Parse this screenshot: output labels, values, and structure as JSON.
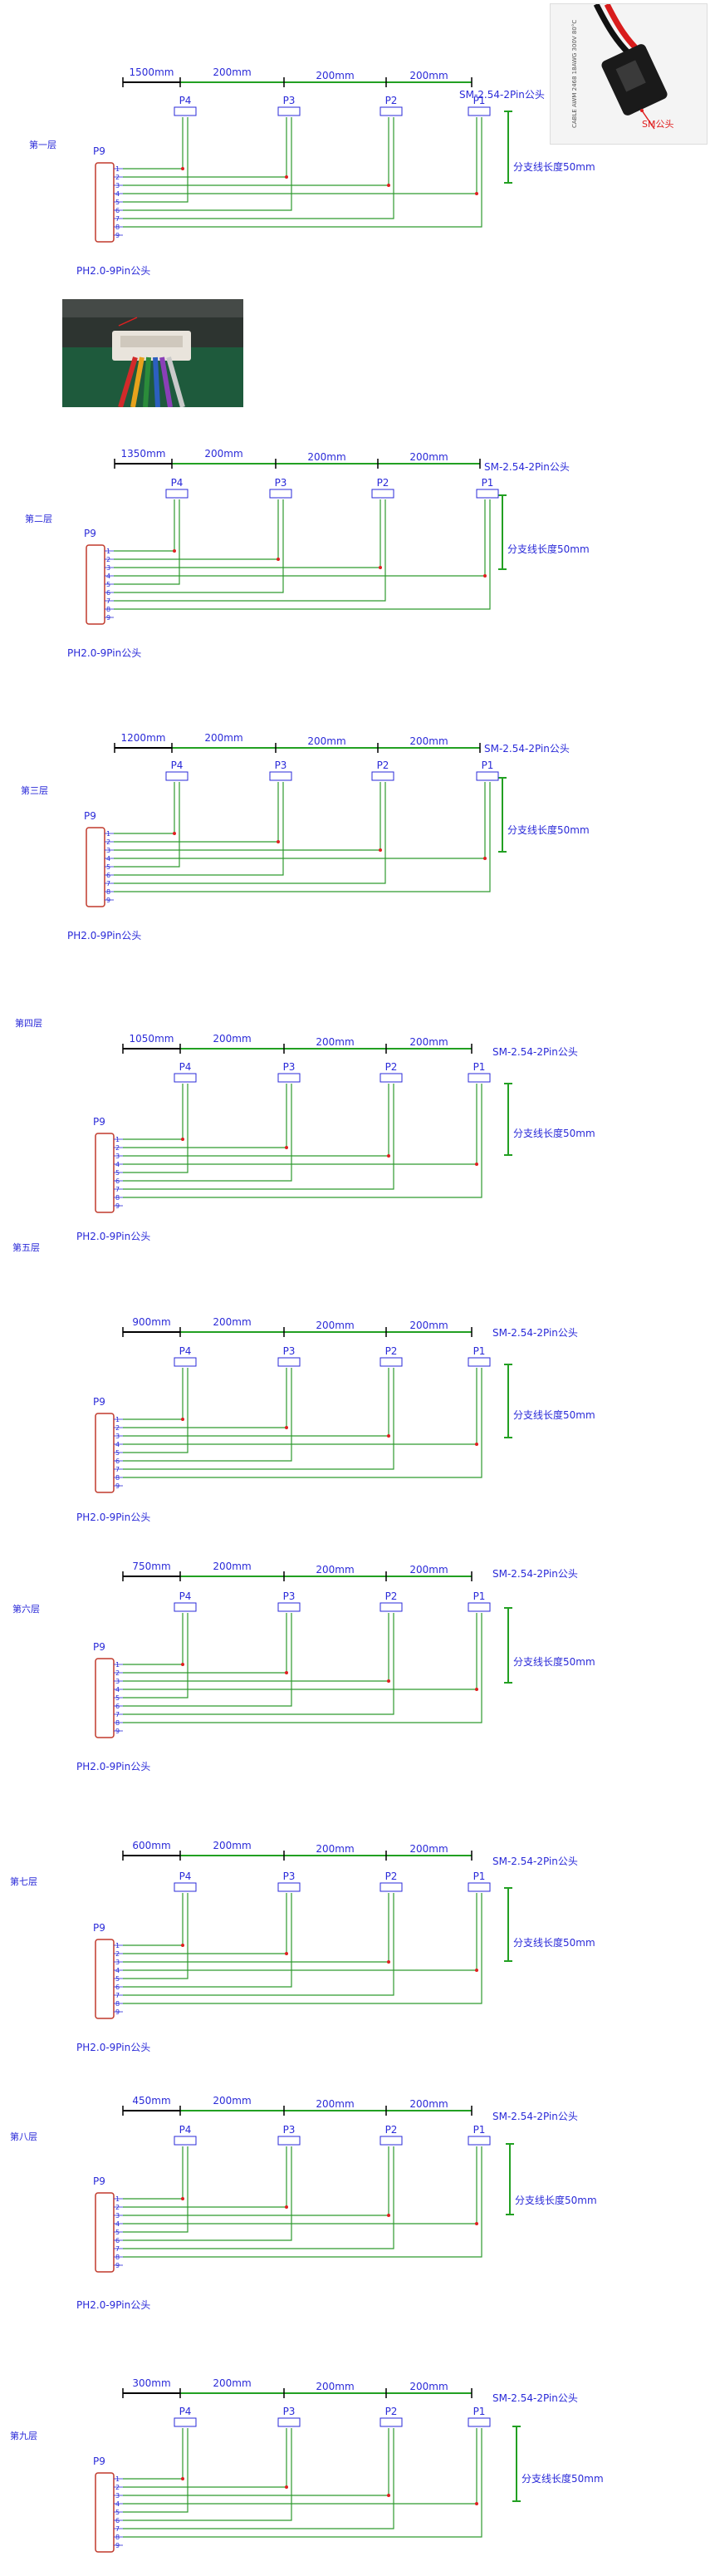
{
  "colors": {
    "schematic_blue": "#2a2ad8",
    "wire_green": "#2e9a2e",
    "dimension_green": "#22a022",
    "connector_red": "#c0392b",
    "dot_red": "#e02020"
  },
  "product_photo": {
    "annotation": "SM公头",
    "vertical_print": "CABLE AWM 2468 18AWG 300V 80°C"
  },
  "connector_labels": {
    "header": "P9",
    "header_part": "PH2.0-9Pin公头",
    "plug_part": "SM-2.54-2Pin公头",
    "branch_note": "分支线长度50mm",
    "plugs": [
      "P4",
      "P3",
      "P2",
      "P1"
    ],
    "pins": [
      "1",
      "2",
      "3",
      "4",
      "5",
      "6",
      "7",
      "8",
      "9"
    ],
    "segment_length": "200mm"
  },
  "layers": [
    {
      "name": "第一层",
      "lead_length": "1500mm"
    },
    {
      "name": "第二层",
      "lead_length": "1350mm"
    },
    {
      "name": "第三层",
      "lead_length": "1200mm"
    },
    {
      "name": "第四层",
      "lead_length": "1050mm"
    },
    {
      "name": "第五层",
      "lead_length": "900mm"
    },
    {
      "name": "第六层",
      "lead_length": "750mm"
    },
    {
      "name": "第七层",
      "lead_length": "600mm"
    },
    {
      "name": "第八层",
      "lead_length": "450mm"
    },
    {
      "name": "第九层",
      "lead_length": "300mm"
    }
  ]
}
